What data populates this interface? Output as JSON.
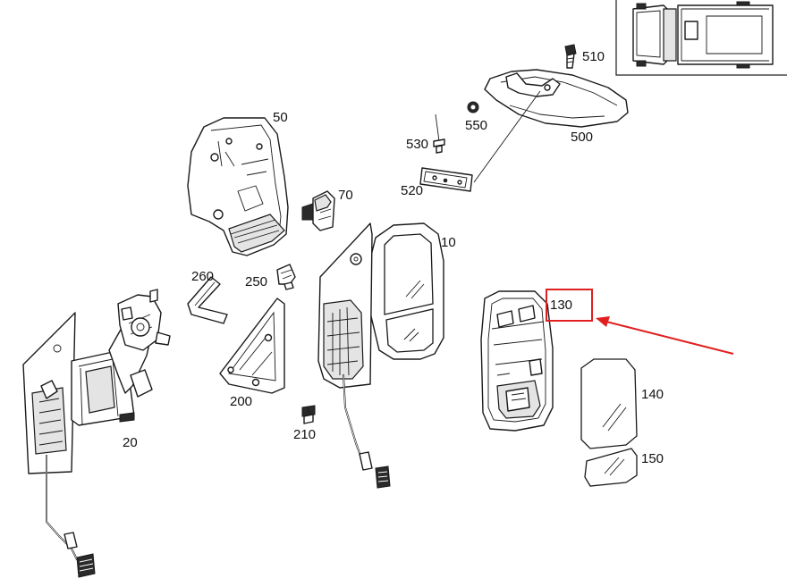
{
  "labels": {
    "p10": "10",
    "p20": "20",
    "p50": "50",
    "p70": "70",
    "p130": "130",
    "p140": "140",
    "p150": "150",
    "p200": "200",
    "p210": "210",
    "p250": "250",
    "p260": "260",
    "p500": "500",
    "p510": "510",
    "p520": "520",
    "p530": "530",
    "p550": "550"
  },
  "highlight": {
    "part": "130",
    "box_color": "#e02020",
    "arrow_color": "#e02020"
  },
  "inset": {
    "description_icon": "van-top-view-icon"
  }
}
